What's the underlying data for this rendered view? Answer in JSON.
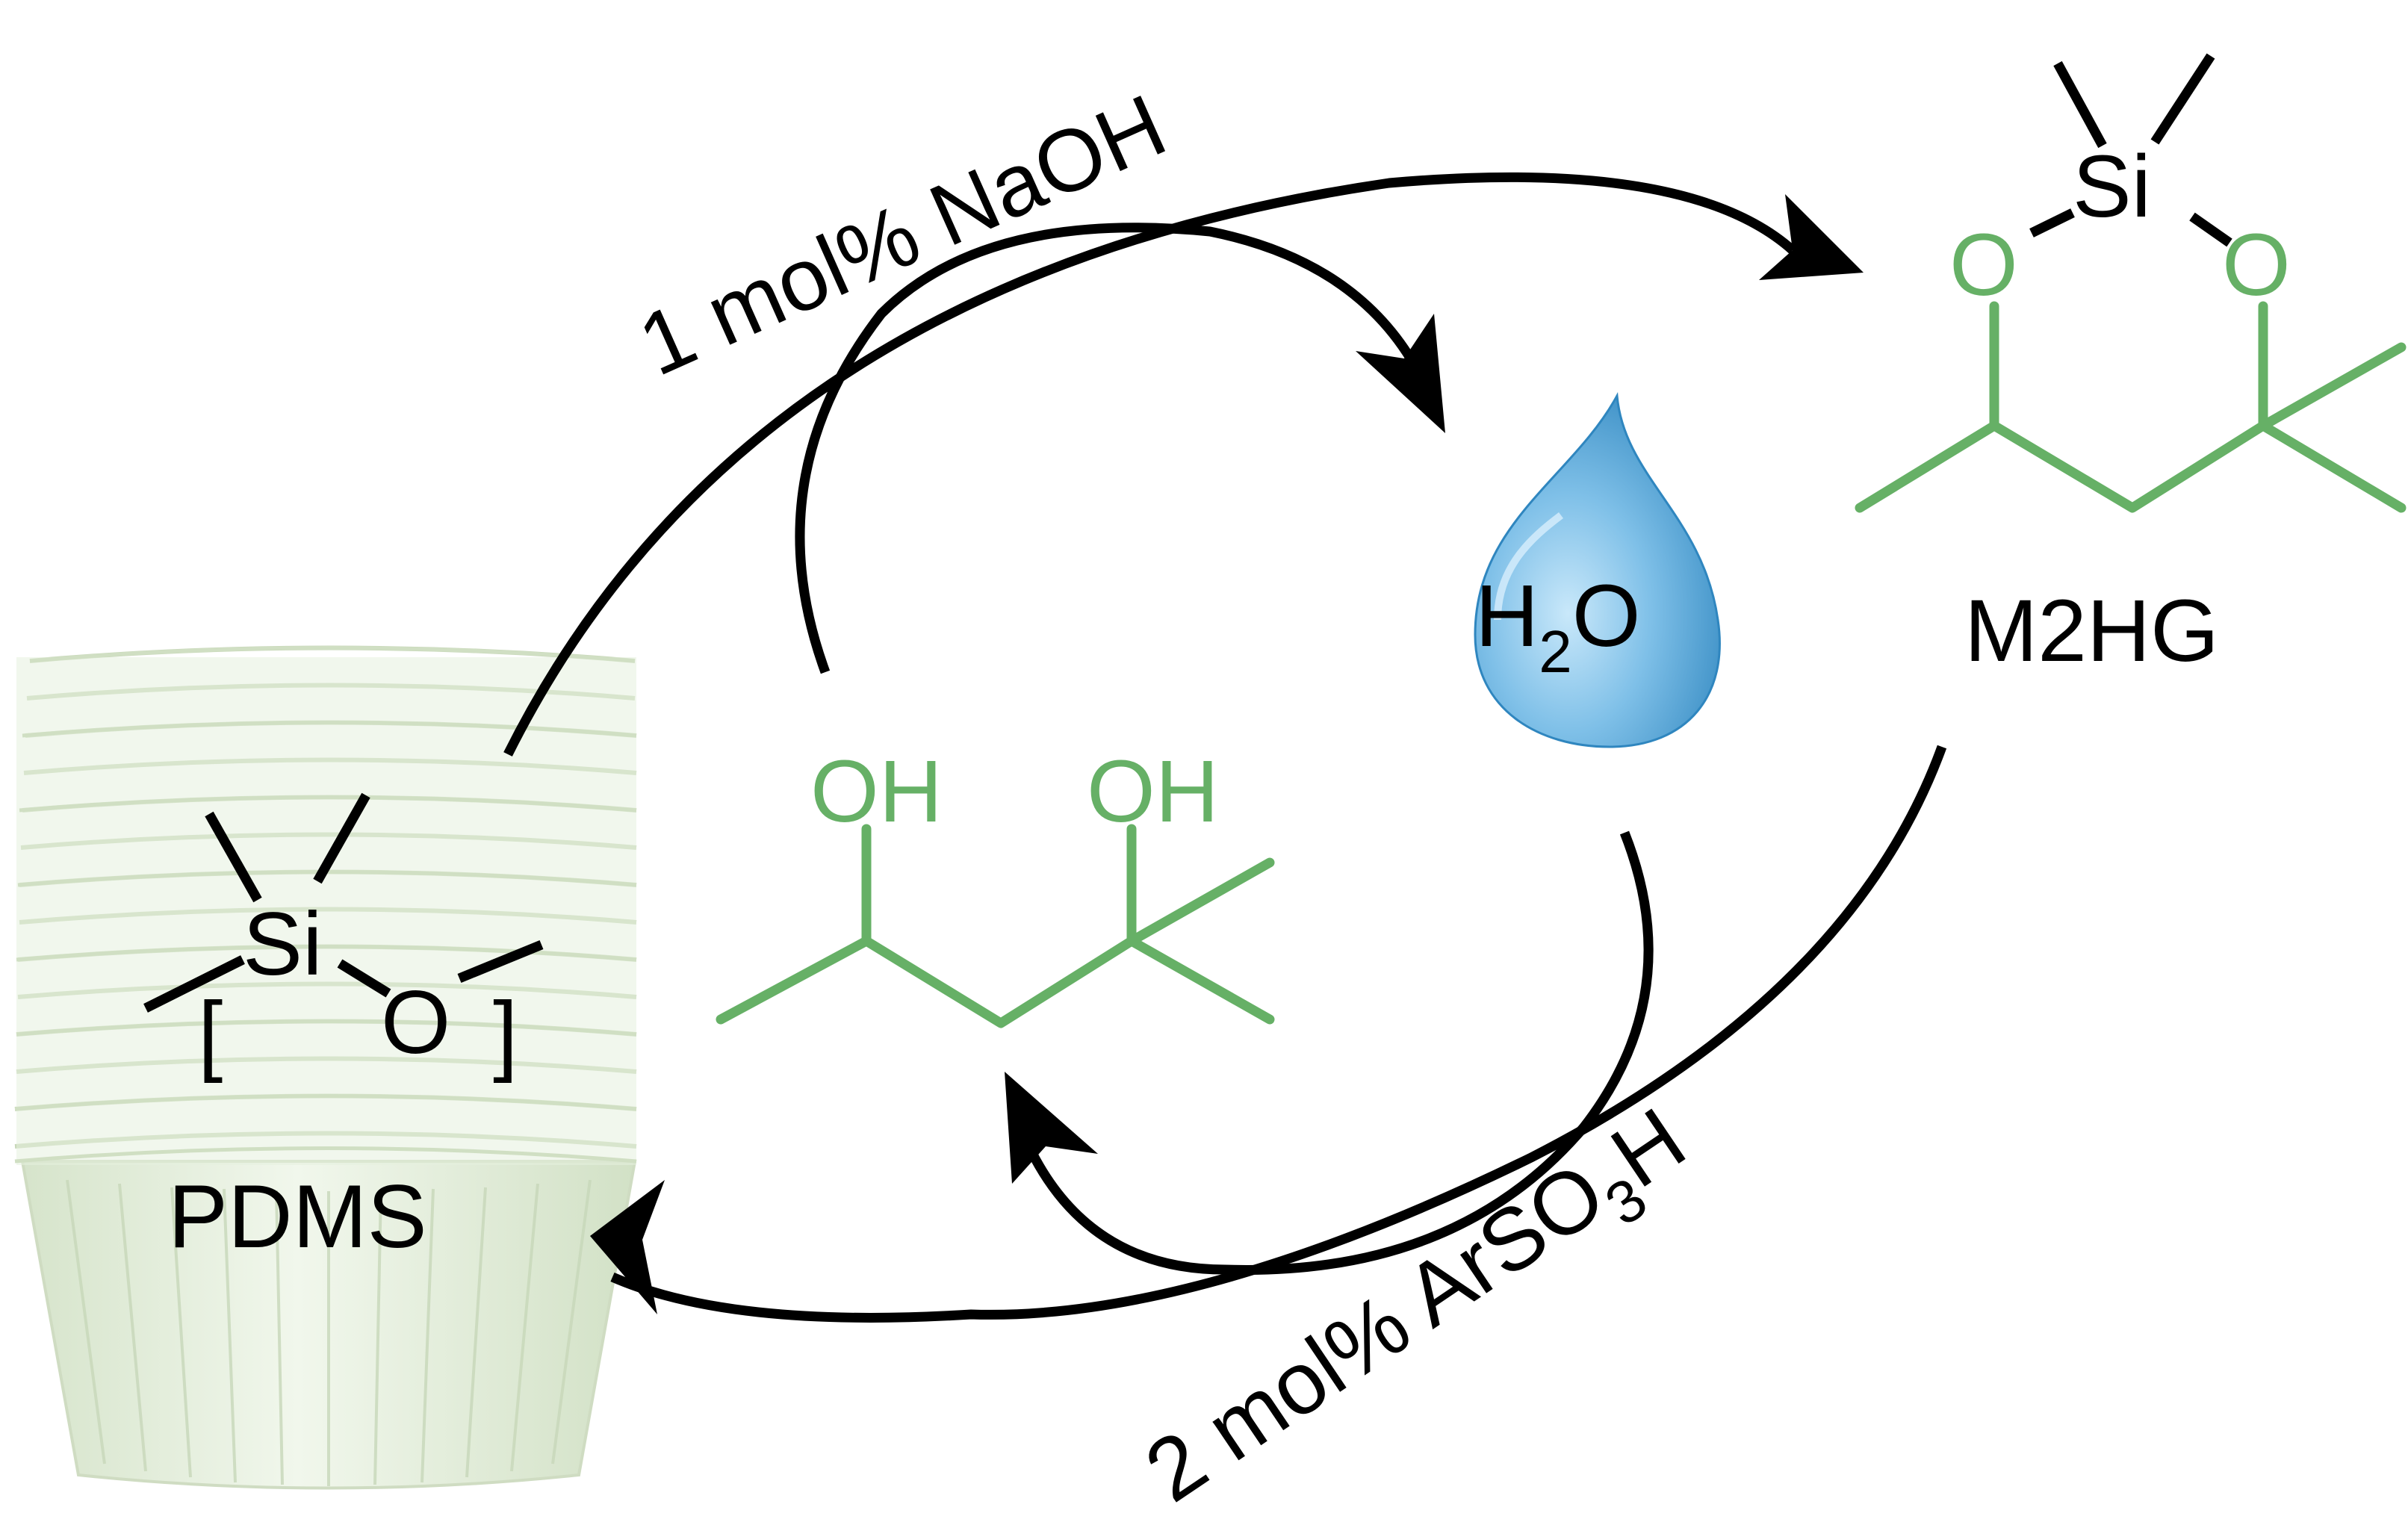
{
  "diagram": {
    "colors": {
      "bond_black": "#000000",
      "bond_green": "#66b066",
      "text_green": "#66b066",
      "cup_fill": "#e3eeda",
      "cup_stroke": "#cfdcc2",
      "drop_light": "#9fd2ef",
      "drop_dark": "#3a93c8"
    },
    "top_reagent": "1 mol% NaOH",
    "bottom_reagent": {
      "prefix": "2 mol% ArSO",
      "sub": "3",
      "suffix": "H"
    },
    "pdms": {
      "label": "PDMS",
      "si": "Si",
      "o": "O",
      "bracket_left": "[",
      "bracket_right": "]",
      "icon": "silicone-muffin-cups-stack"
    },
    "water": {
      "h": "H",
      "sub": "2",
      "o": "O",
      "icon": "water-drop"
    },
    "m2hg": {
      "label": "M2HG",
      "si": "Si",
      "o_left": "O",
      "o_right": "O"
    },
    "diol": {
      "oh_left": "OH",
      "oh_right": "OH"
    }
  }
}
